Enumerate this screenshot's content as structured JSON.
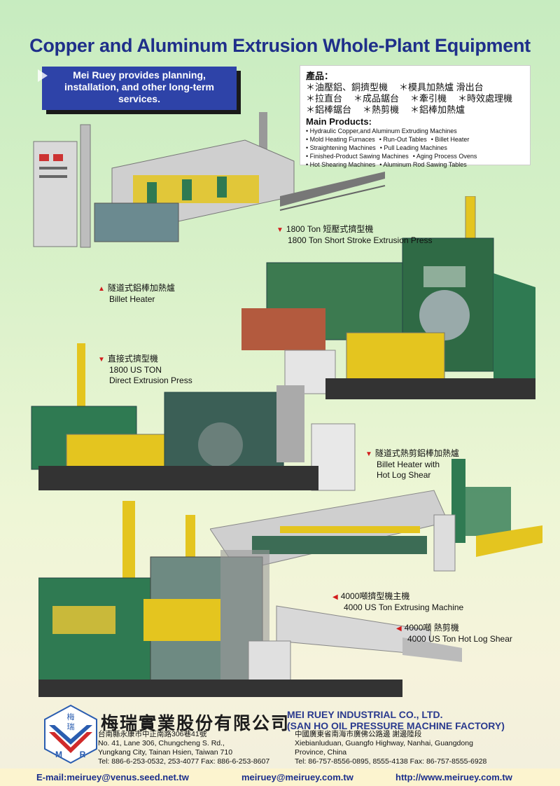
{
  "title": "Copper and Aluminum Extrusion Whole-Plant Equipment",
  "banner": {
    "text": "Mei Ruey provides planning, installation, and other long-term services."
  },
  "products": {
    "zh_heading": "產品：",
    "zh_rows": [
      [
        "＊油壓鋁、銅擠型機",
        "＊模具加熱爐 滑出台"
      ],
      [
        "＊拉直台",
        "＊成品鋸台",
        "＊牽引機",
        "＊時效處理機"
      ],
      [
        "＊鋁棒鋸台",
        "＊熱剪機",
        "＊鋁棒加熱爐"
      ]
    ],
    "en_heading": "Main Products:",
    "en_rows": [
      [
        "• Hydraulic Copper,and Aluminum Extruding Machines"
      ],
      [
        "• Mold Heating Furnaces",
        "• Run-Out Tables",
        "• Billet Heater"
      ],
      [
        "• Straightening Machines",
        "• Pull Leading Machines"
      ],
      [
        "• Finished-Product Sawing Machines",
        "• Aging Process Ovens"
      ],
      [
        "• Hot Shearing Machines",
        "• Aluminum Rod Sawing Tables"
      ]
    ]
  },
  "captions": {
    "press_1800": {
      "zh": "1800 Ton 短壓式擠型機",
      "en": "1800 Ton Short Stroke Extrusion Press"
    },
    "billet_heater": {
      "zh": "隧道式鋁棒加熱爐",
      "en": "Billet Heater"
    },
    "direct_press": {
      "zh": "直接式擠型機",
      "en1": "1800 US TON",
      "en2": "Direct Extrusion Press"
    },
    "billet_shear": {
      "zh": "隧道式熱剪鋁棒加熱爐",
      "en1": "Billet Heater with",
      "en2": "Hot  Log Shear"
    },
    "machine_4000": {
      "zh": "4000噸擠型機主機",
      "en": "4000 US Ton Extrusing Machine"
    },
    "shear_4000": {
      "zh": "4000噸 熱剪機",
      "en": "4000 US Ton Hot Log Shear"
    }
  },
  "logo": {
    "text_top": "梅",
    "text_mid": "瑞",
    "letter_m": "M",
    "letter_r": "R"
  },
  "company": {
    "name_zh": "梅瑞實業股份有限公司",
    "name_en1": "MEI RUEY INDUSTRIAL CO., LTD.",
    "name_en2": "(SAN HO OIL PRESSURE MACHINE FACTORY)"
  },
  "address_tw": {
    "zh": "台南縣永康市中正南路306巷41號",
    "line1": "No. 41, Lane 306, Chungcheng S. Rd.,",
    "line2": "Yungkang City, Tainan Hsien, Taiwan 710",
    "tel": "Tel: 886-6-253-0532, 253-4077   Fax: 886-6-253-8607"
  },
  "address_cn": {
    "zh": "中國廣東省南海市廣佛公路邊 謝邊陸段",
    "line1": "Xiebianluduan, Guangfo Highway, Nanhai, Guangdong",
    "line2": "Province, China",
    "tel": "Tel: 86-757-8556-0895, 8555-4138   Fax: 86-757-8555-6928"
  },
  "footer": {
    "email1": "E-mail:meiruey@venus.seed.net.tw",
    "email2": "meiruey@meiruey.com.tw",
    "website": "http://www.meiruey.com.tw"
  },
  "colors": {
    "title": "#1f2f8a",
    "banner": "#2e43a8",
    "machine_yellow": "#e4c51f",
    "machine_green": "#2f7a52",
    "marker": "#d21c1c"
  }
}
